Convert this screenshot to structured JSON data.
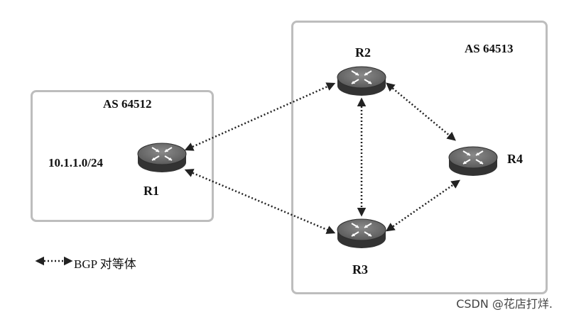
{
  "autonomous_systems": {
    "left": {
      "label": "AS 64512"
    },
    "right": {
      "label": "AS 64513"
    }
  },
  "routers": {
    "r1": {
      "label": "R1",
      "network": "10.1.1.0/24"
    },
    "r2": {
      "label": "R2"
    },
    "r3": {
      "label": "R3"
    },
    "r4": {
      "label": "R4"
    }
  },
  "links": [
    {
      "from": "R1",
      "to": "R2",
      "type": "BGP peer"
    },
    {
      "from": "R1",
      "to": "R3",
      "type": "BGP peer"
    },
    {
      "from": "R2",
      "to": "R3",
      "type": "BGP peer"
    },
    {
      "from": "R2",
      "to": "R4",
      "type": "BGP peer"
    },
    {
      "from": "R3",
      "to": "R4",
      "type": "BGP peer"
    }
  ],
  "legend": {
    "label": "BGP 对等体"
  },
  "watermark": "CSDN @花店打烊.",
  "colors": {
    "box_border": "#bdbdbd",
    "router_body": "#4a4a4a",
    "link": "#222222"
  }
}
